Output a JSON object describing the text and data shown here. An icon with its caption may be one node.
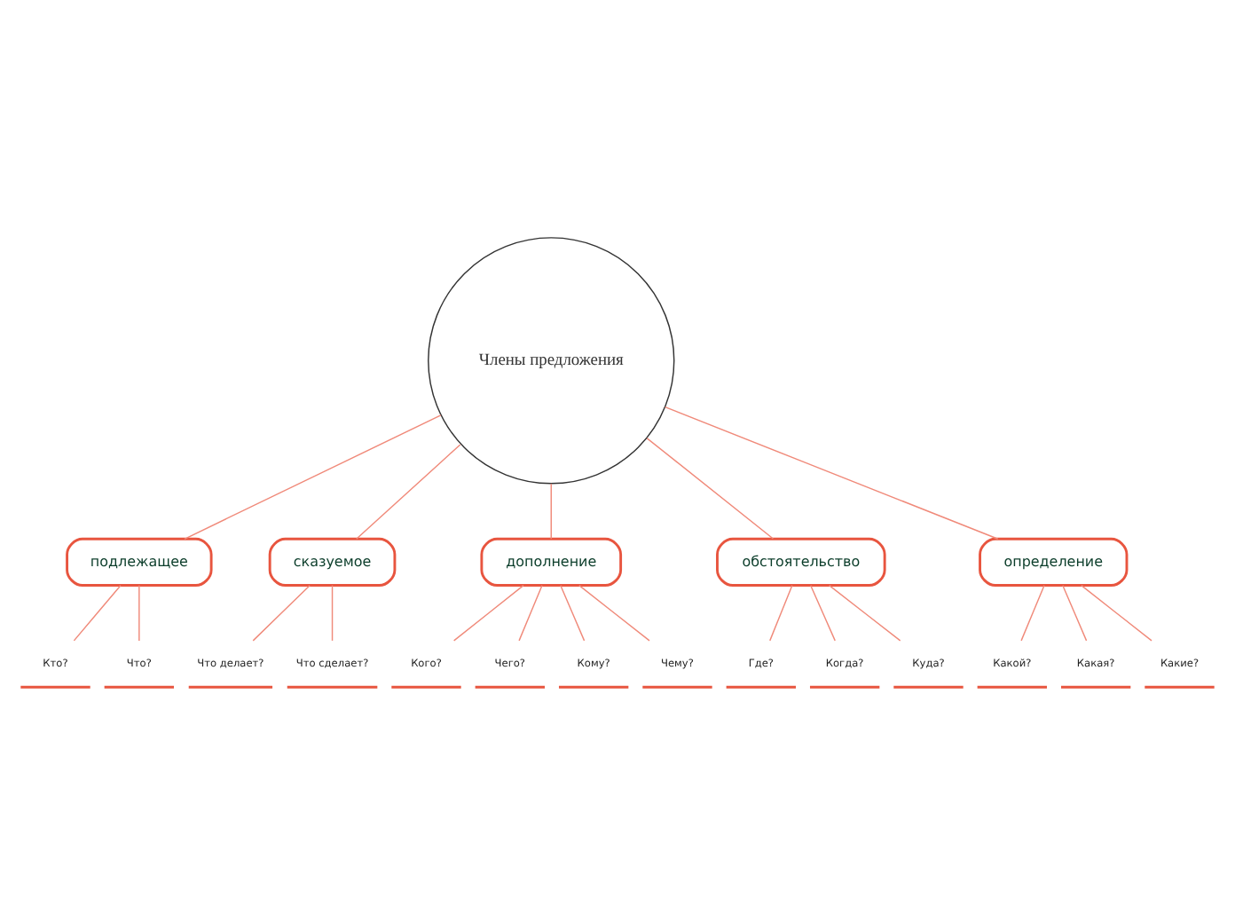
{
  "diagram": {
    "nodes": [
      {
        "text": [
          "Члены предложения"
        ]
      },
      {
        "text": [
          "подлежащее"
        ]
      },
      {
        "text": [
          "сказуемое"
        ]
      },
      {
        "text": [
          "дополнение"
        ]
      },
      {
        "text": [
          "обстоятельство"
        ]
      },
      {
        "text": [
          "определение"
        ]
      },
      {
        "text": [
          "Кто?"
        ]
      },
      {
        "text": [
          "Что?"
        ]
      },
      {
        "text": [
          "Что делает?"
        ]
      },
      {
        "text": [
          "Что сделает?"
        ]
      },
      {
        "text": [
          "Кого?"
        ]
      },
      {
        "text": [
          "Чего?"
        ]
      },
      {
        "text": [
          "Кому?"
        ]
      },
      {
        "text": [
          "Чему?"
        ]
      },
      {
        "text": [
          "Где?"
        ]
      },
      {
        "text": [
          "Когда?"
        ]
      },
      {
        "text": [
          "Куда?"
        ]
      },
      {
        "text": [
          "Какой?"
        ]
      },
      {
        "text": [
          "Какая?"
        ]
      },
      {
        "text": [
          "Какие?"
        ]
      }
    ],
    "edges": [
      {
        "from": 0,
        "to": 1,
        "arrow": "none"
      },
      {
        "from": 0,
        "to": 2,
        "arrow": "none"
      },
      {
        "from": 0,
        "to": 3,
        "arrow": "none"
      },
      {
        "from": 0,
        "to": 4,
        "arrow": "none"
      },
      {
        "from": 0,
        "to": 5,
        "arrow": "none"
      },
      {
        "from": 1,
        "to": 6,
        "arrow": "none"
      },
      {
        "from": 1,
        "to": 7,
        "arrow": "none"
      },
      {
        "from": 2,
        "to": 8,
        "arrow": "none"
      },
      {
        "from": 2,
        "to": 9,
        "arrow": "none"
      },
      {
        "from": 3,
        "to": 10,
        "arrow": "none"
      },
      {
        "from": 3,
        "to": 11,
        "arrow": "none"
      },
      {
        "from": 3,
        "to": 12,
        "arrow": "none"
      },
      {
        "from": 3,
        "to": 13,
        "arrow": "none"
      },
      {
        "from": 4,
        "to": 14,
        "arrow": "none"
      },
      {
        "from": 4,
        "to": 15,
        "arrow": "none"
      },
      {
        "from": 4,
        "to": 16,
        "arrow": "none"
      },
      {
        "from": 5,
        "to": 17,
        "arrow": "none"
      },
      {
        "from": 5,
        "to": 18,
        "arrow": "none"
      },
      {
        "from": 5,
        "to": 19,
        "arrow": "none"
      }
    ]
  }
}
